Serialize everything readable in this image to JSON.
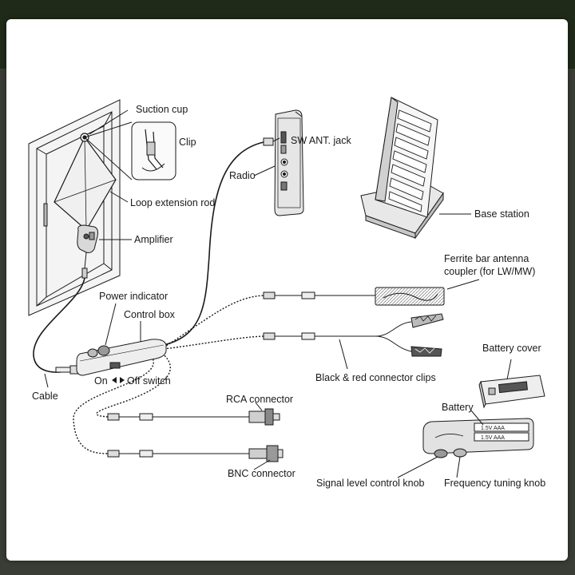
{
  "labels": {
    "suction_cup": "Suction cup",
    "clip": "Clip",
    "loop_extension_rod": "Loop extension rod",
    "amplifier": "Amplifier",
    "power_indicator": "Power indicator",
    "control_box": "Control box",
    "cable": "Cable",
    "on": "On",
    "off_switch": "Off switch",
    "sw_ant_jack": "SW ANT. jack",
    "radio": "Radio",
    "base_station": "Base station",
    "ferrite_line1": "Ferrite bar antenna",
    "ferrite_line2": "coupler (for LW/MW)",
    "clips": "Black & red connector clips",
    "battery_cover": "Battery cover",
    "battery": "Battery",
    "cell_label_1": "1.5V  AAA",
    "cell_label_2": "1.5V  AAA",
    "rca_connector": "RCA connector",
    "bnc_connector": "BNC connector",
    "signal_knob": "Signal level control knob",
    "frequency_knob": "Frequency tuning knob"
  },
  "colors": {
    "line": "#1a1a1a",
    "fill_light": "#e8e8e8",
    "fill_mid": "#bdbdbd",
    "fill_dark": "#555555"
  }
}
